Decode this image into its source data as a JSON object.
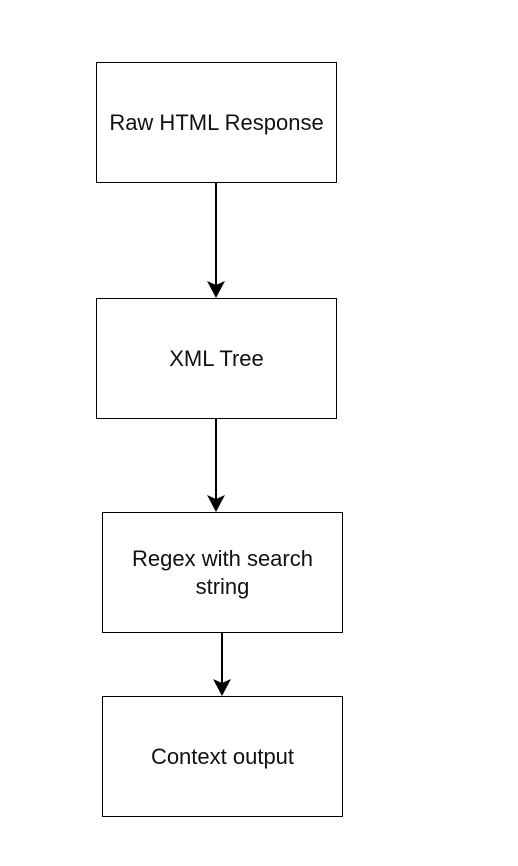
{
  "diagram": {
    "type": "flowchart",
    "nodes": [
      {
        "id": "raw",
        "label": "Raw HTML Response"
      },
      {
        "id": "xml",
        "label": "XML Tree"
      },
      {
        "id": "regex",
        "label": "Regex with search string"
      },
      {
        "id": "context",
        "label": "Context output"
      }
    ],
    "edges": [
      {
        "from": "raw",
        "to": "xml"
      },
      {
        "from": "xml",
        "to": "regex"
      },
      {
        "from": "regex",
        "to": "context"
      }
    ],
    "colors": {
      "stroke": "#000000",
      "fill": "#ffffff",
      "text": "#111111"
    }
  }
}
